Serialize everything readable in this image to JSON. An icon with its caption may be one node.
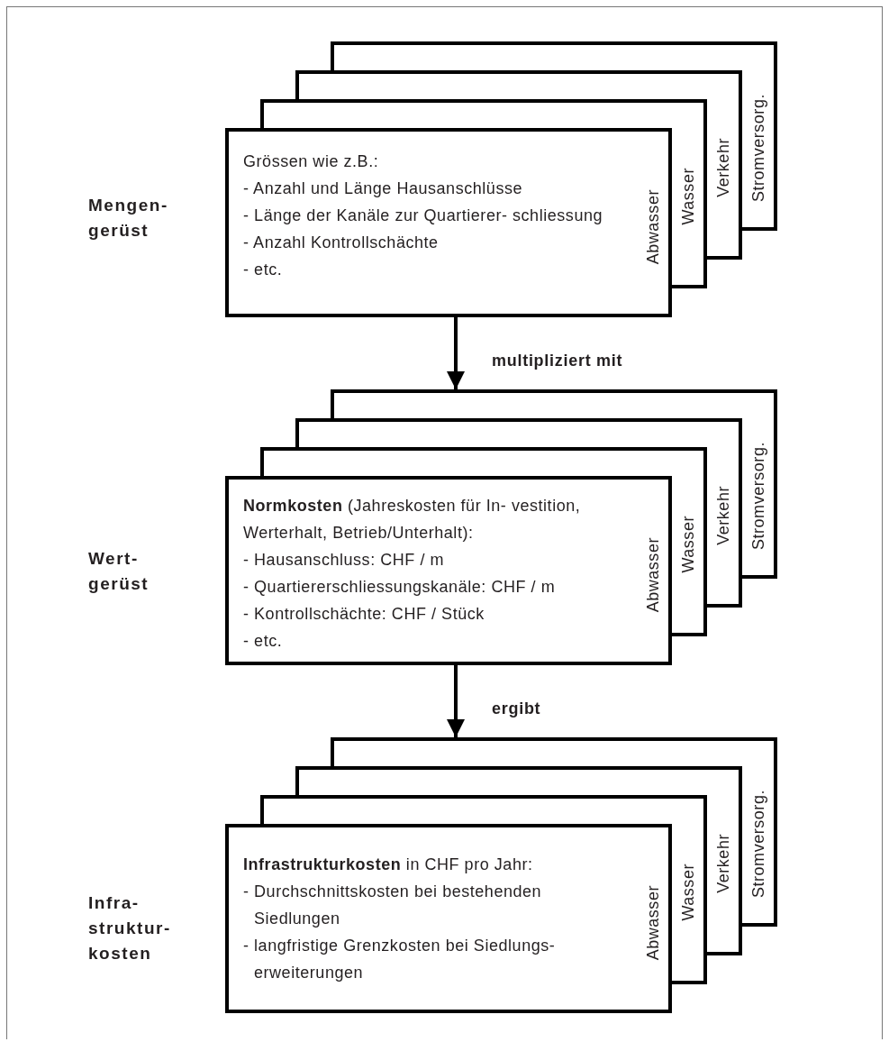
{
  "diagram": {
    "nodes": [
      {
        "text": [
          "Stromversorg."
        ]
      },
      {
        "text": [
          "Verkehr"
        ]
      },
      {
        "text": [
          "Wasser"
        ]
      },
      {
        "text": [
          "Grössen wie z.B.:",
          "- Anzahl und Länge Hausanschlüsse",
          "- Länge der Kanäle zur Quartierer- schliessung",
          "- Anzahl Kontrollschächte",
          "- etc.",
          "Abwasser"
        ]
      },
      {
        "text": [
          "Stromversorg."
        ]
      },
      {
        "text": [
          "Verkehr"
        ]
      },
      {
        "text": [
          "Wasser"
        ]
      },
      {
        "text": [
          "**Normkosten** (Jahreskosten für In- vestition, Werterhalt, Betrieb/Unterhalt):",
          "- Hausanschluss: CHF / m",
          "- Quartiererschliessungskanäle: CHF / m",
          "- Kontrollschächte: CHF / Stück",
          "- etc.",
          "Abwasser"
        ]
      },
      {
        "text": [
          "Stromversorg."
        ]
      },
      {
        "text": [
          "Verkehr"
        ]
      },
      {
        "text": [
          "Wasser"
        ]
      },
      {
        "text": [
          "**Infrastrukturkosten**  in CHF pro Jahr:",
          "- Durchschnittskosten bei bestehenden Siedlungen",
          "- langfristige Grenzkosten bei Siedlungs- erweiterungen",
          "Abwasser"
        ]
      }
    ],
    "edges": [
      {
        "from": 3,
        "to": 4,
        "arrow": "to",
        "label": "multipliziert mit"
      },
      {
        "from": 7,
        "to": 8,
        "arrow": "to",
        "label": "ergibt"
      }
    ],
    "labels": [
      "Mengen- gerüst",
      "Wert- gerüst",
      "Infra- struktur- kosten"
    ]
  }
}
